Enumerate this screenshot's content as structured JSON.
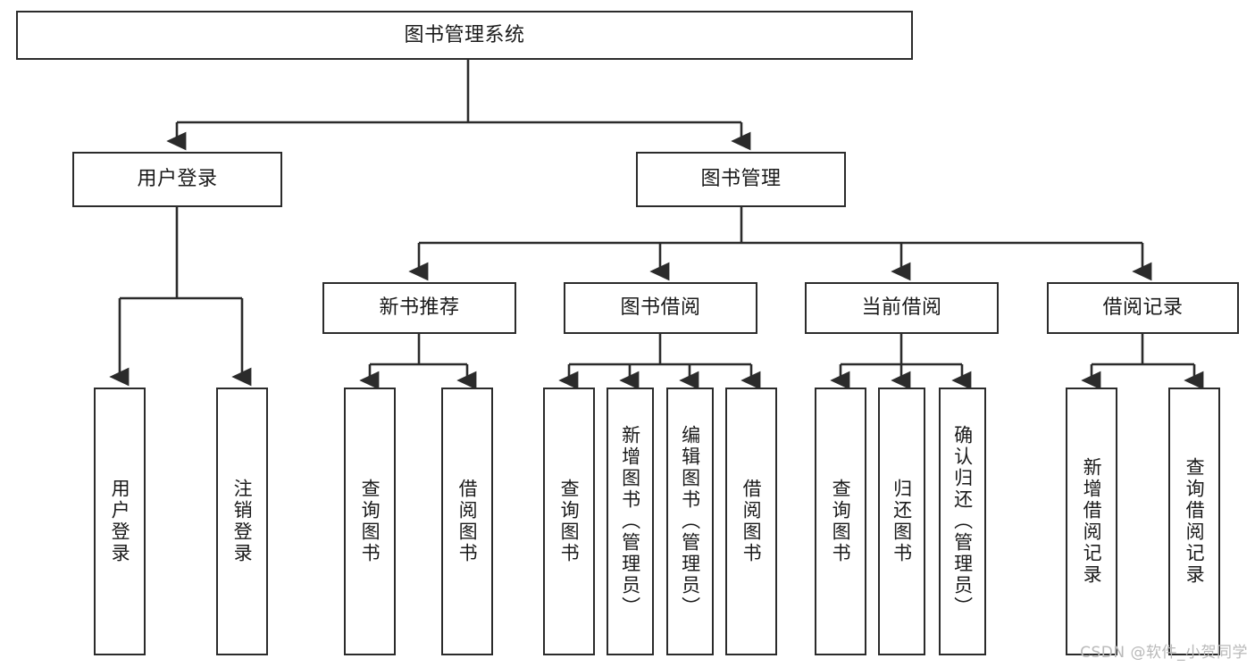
{
  "diagram": {
    "title": "图书管理系统",
    "watermark": "CSDN @软件_小贺同学",
    "line_color": "#2b2b2b",
    "text_color": "#1a1a1a",
    "background": "#ffffff",
    "nodes": {
      "root": {
        "label": "图书管理系统"
      },
      "level2": [
        {
          "label": "用户登录"
        },
        {
          "label": "图书管理"
        }
      ],
      "level3": [
        {
          "label": "新书推荐"
        },
        {
          "label": "图书借阅"
        },
        {
          "label": "当前借阅"
        },
        {
          "label": "借阅记录"
        }
      ],
      "leaves": {
        "user_login": [
          {
            "label": "用户登录"
          },
          {
            "label": "注销登录"
          }
        ],
        "new_book_recommend": [
          {
            "label": "查询图书"
          },
          {
            "label": "借阅图书"
          }
        ],
        "book_borrow": [
          {
            "label": "查询图书"
          },
          {
            "label": "新增图书（管理员）"
          },
          {
            "label": "编辑图书（管理员）"
          },
          {
            "label": "借阅图书"
          }
        ],
        "current_borrow": [
          {
            "label": "查询图书"
          },
          {
            "label": "归还图书"
          },
          {
            "label": "确认归还（管理员）"
          }
        ],
        "borrow_record": [
          {
            "label": "新增借阅记录"
          },
          {
            "label": "查询借阅记录"
          }
        ]
      }
    }
  }
}
